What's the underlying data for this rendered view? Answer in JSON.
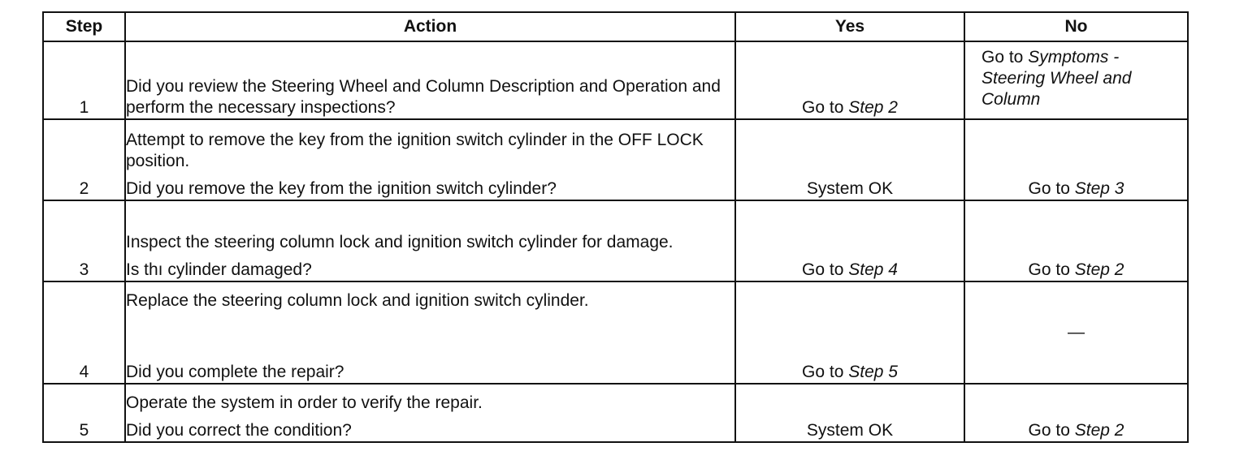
{
  "headers": {
    "step": "Step",
    "action": "Action",
    "yes": "Yes",
    "no": "No"
  },
  "rows": [
    {
      "step": "1",
      "action_lines": [
        "Did you review the Steering Wheel and Column Description and Operation and perform the necessary inspections?"
      ],
      "yes_prefix": "Go to ",
      "yes_ref": "Step 2",
      "no_prefix": "Go to ",
      "no_ref": "Symptoms - Steering Wheel and Column"
    },
    {
      "step": "2",
      "action_lines": [
        "Attempt to remove the key from the ignition switch cylinder in the OFF LOCK position.",
        "Did you remove the key from the ignition switch cylinder?"
      ],
      "yes_text": "System OK",
      "no_prefix": "Go to ",
      "no_ref": "Step 3"
    },
    {
      "step": "3",
      "action_lines": [
        "Inspect the steering column lock and ignition switch cylinder for damage.",
        "Is thı cylinder damaged?"
      ],
      "yes_prefix": "Go to ",
      "yes_ref": "Step 4",
      "no_prefix": "Go to ",
      "no_ref": "Step 2"
    },
    {
      "step": "4",
      "action_lines": [
        "Replace the steering column lock and ignition switch cylinder.",
        "Did you complete the repair?"
      ],
      "yes_prefix": "Go to ",
      "yes_ref": "Step 5",
      "no_text": "—"
    },
    {
      "step": "5",
      "action_lines": [
        "Operate the system in order to verify the repair.",
        "Did you correct the condition?"
      ],
      "yes_text": "System OK",
      "no_prefix": "Go to ",
      "no_ref": "Step 2"
    }
  ]
}
